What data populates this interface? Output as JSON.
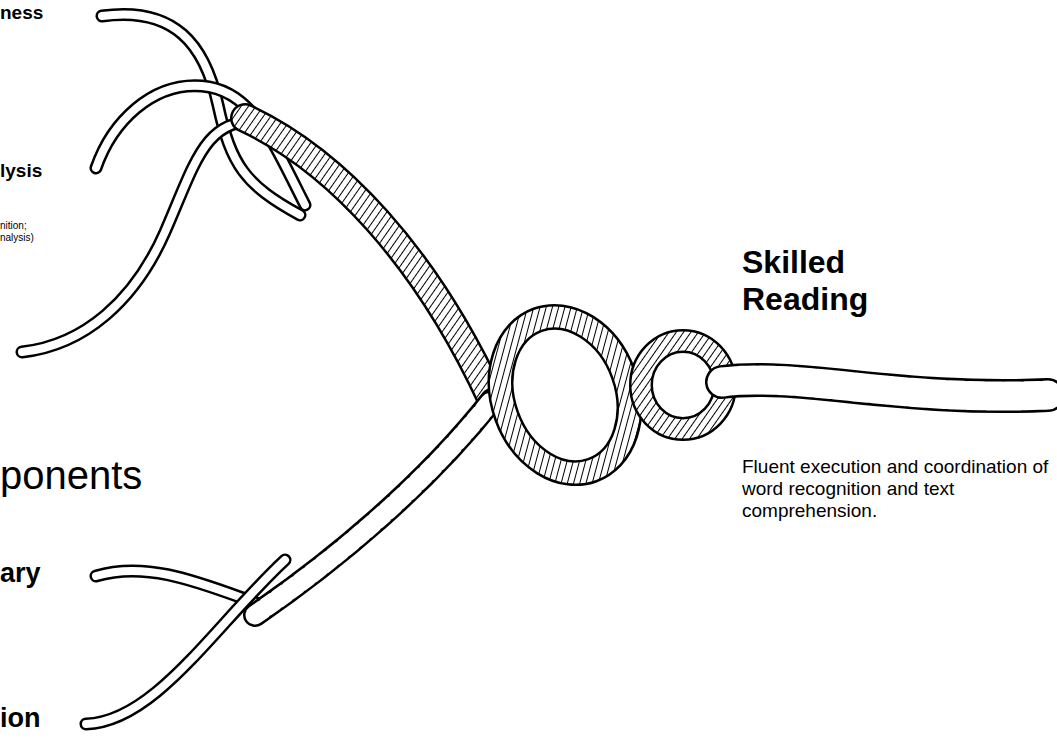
{
  "diagram": {
    "labels": [
      "ness",
      "lysis",
      "nition; nalysis)",
      "ponents",
      "ary",
      "ion",
      "Skilled Reading",
      "Fluent execution and coordination of word recognition and text comprehension."
    ]
  }
}
